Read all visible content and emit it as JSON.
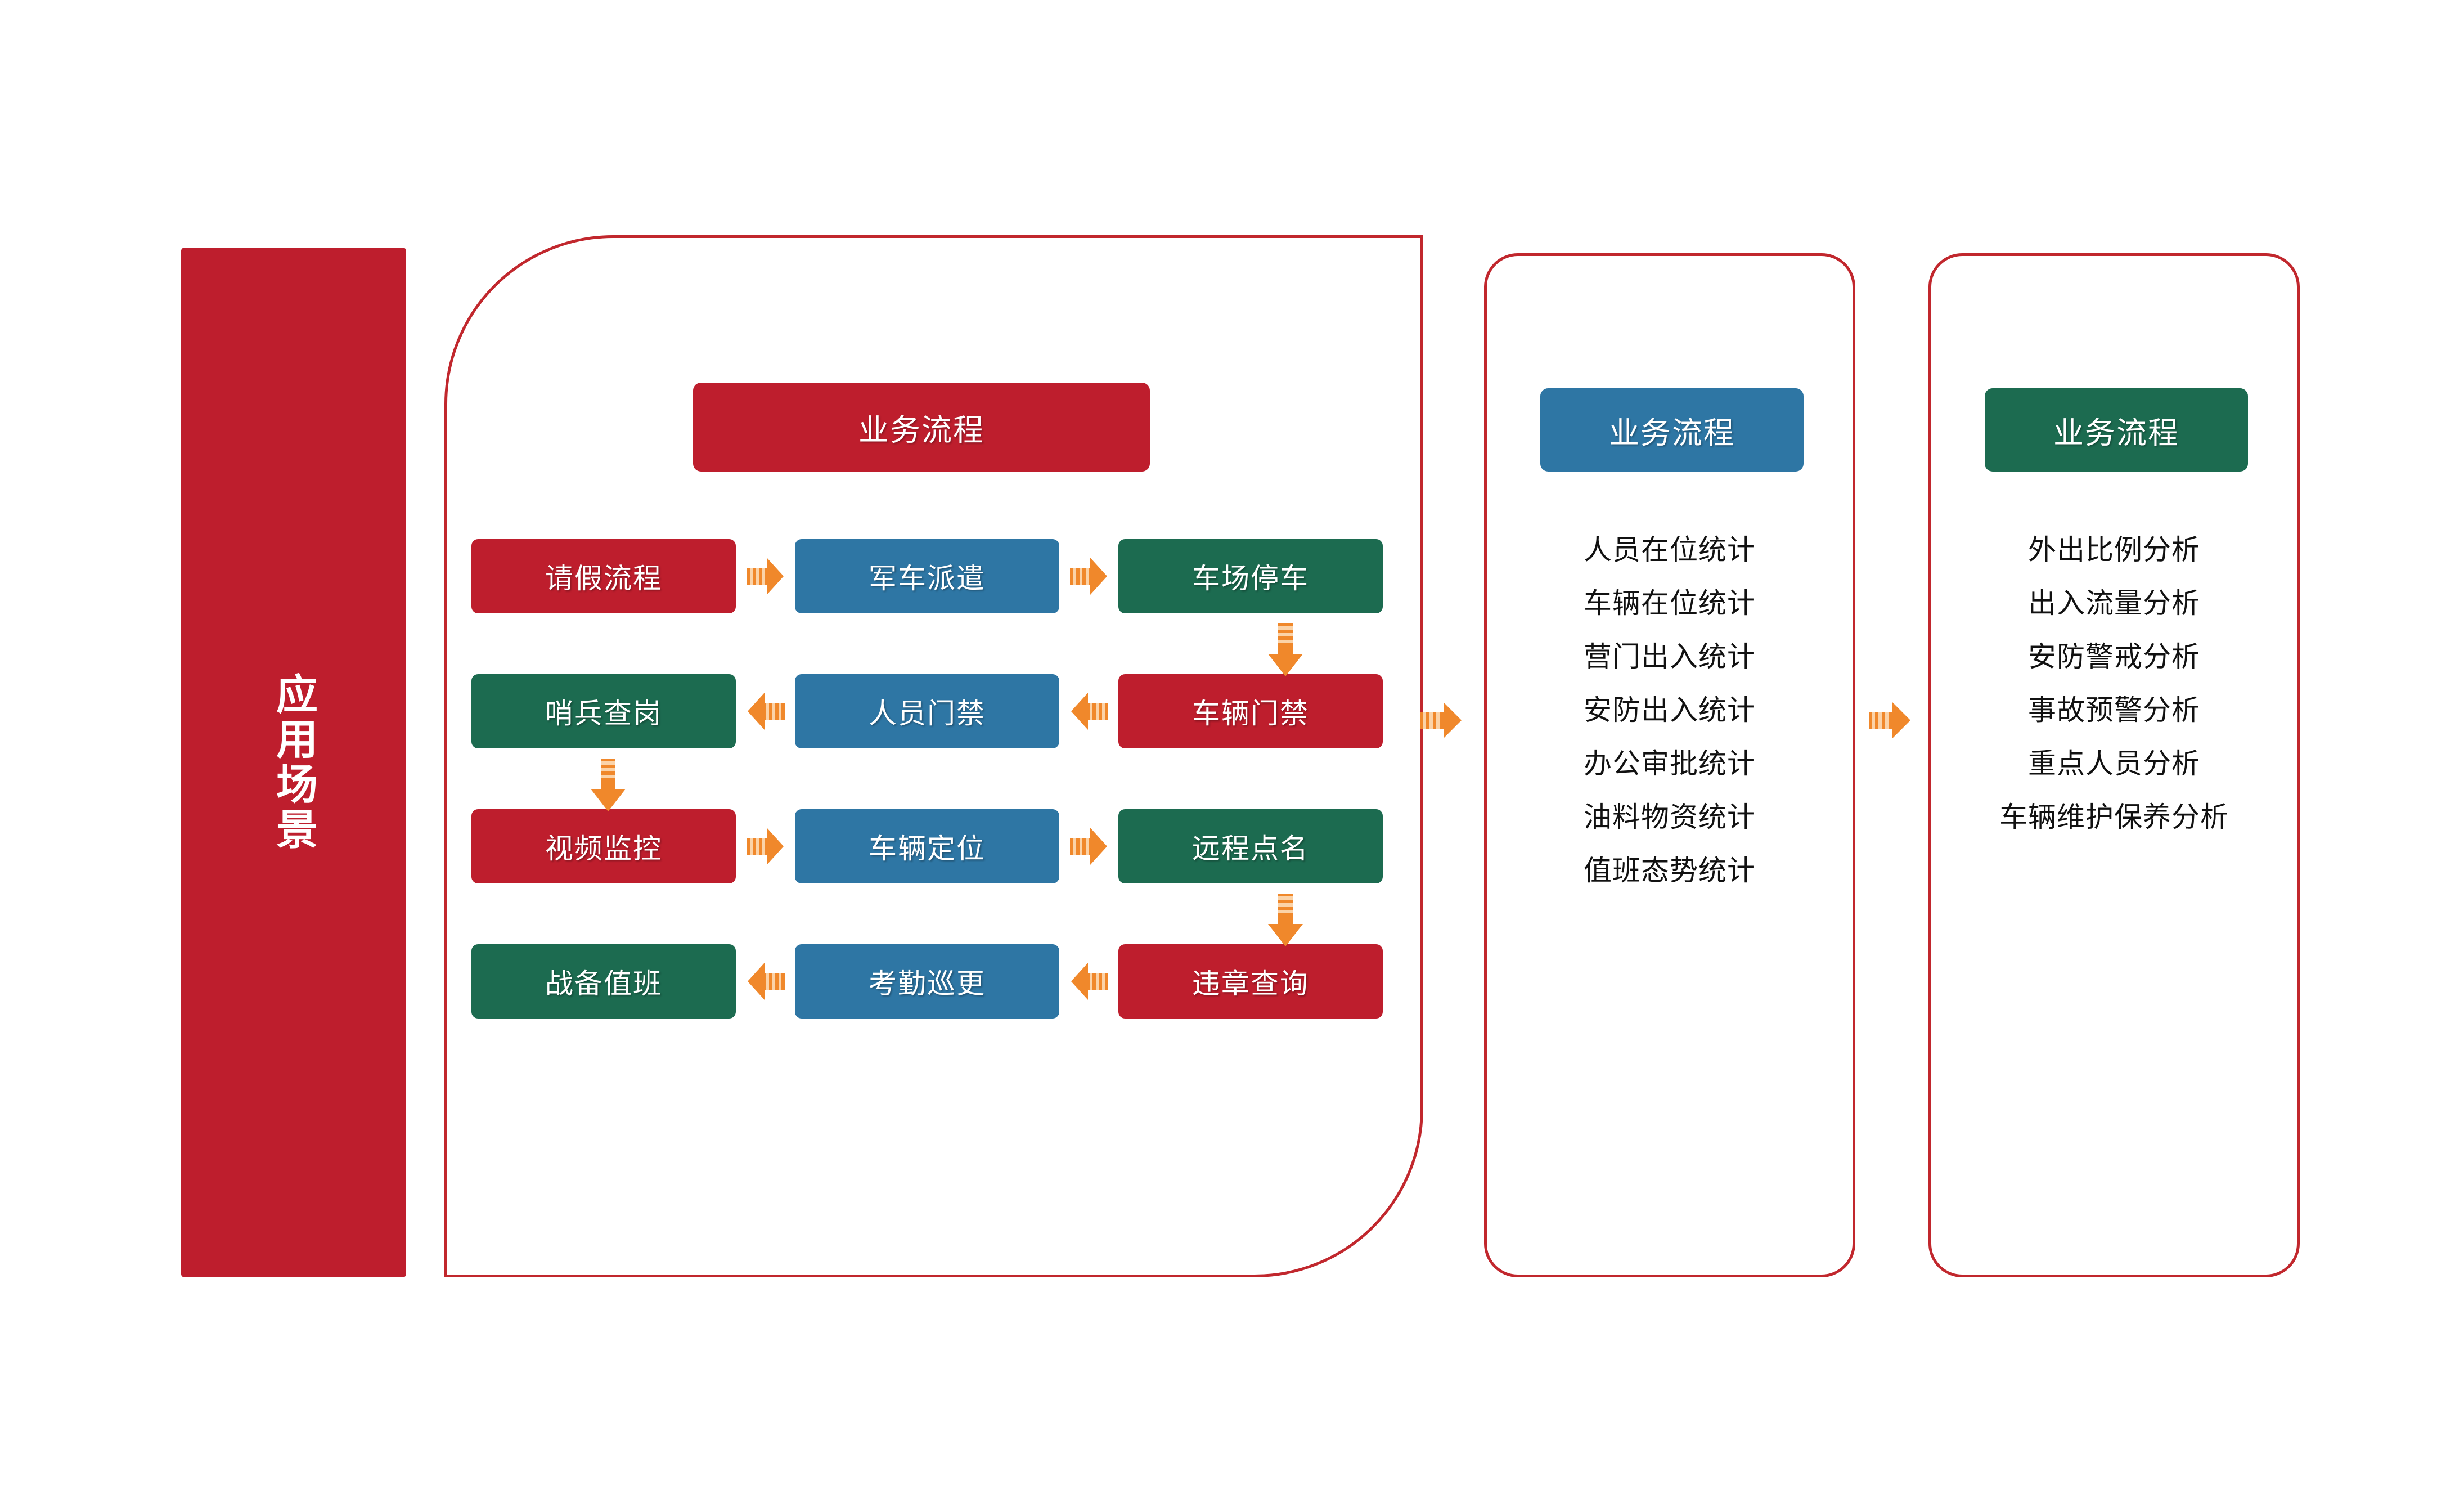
{
  "colors": {
    "red": "#BE1E2D",
    "blue": "#2E76A4",
    "green": "#1C6B50",
    "outline": "#C1272D",
    "arrow": "#F0882B",
    "text_dark": "#111111",
    "background": "#FFFFFF"
  },
  "side_banner": {
    "label": "应用场景"
  },
  "main_panel": {
    "header": "业务流程",
    "rows": [
      {
        "direction": "left-to-right",
        "boxes": [
          {
            "label": "请假流程",
            "color": "red"
          },
          {
            "label": "军车派遣",
            "color": "blue"
          },
          {
            "label": "车场停车",
            "color": "green"
          }
        ]
      },
      {
        "direction": "right-to-left",
        "boxes": [
          {
            "label": "哨兵查岗",
            "color": "green"
          },
          {
            "label": "人员门禁",
            "color": "blue"
          },
          {
            "label": "车辆门禁",
            "color": "red"
          }
        ]
      },
      {
        "direction": "left-to-right",
        "boxes": [
          {
            "label": "视频监控",
            "color": "red"
          },
          {
            "label": "车辆定位",
            "color": "blue"
          },
          {
            "label": "远程点名",
            "color": "green"
          }
        ]
      },
      {
        "direction": "right-to-left",
        "boxes": [
          {
            "label": "战备值班",
            "color": "green"
          },
          {
            "label": "考勤巡更",
            "color": "blue"
          },
          {
            "label": "违章查询",
            "color": "red"
          }
        ]
      }
    ]
  },
  "mid_panel": {
    "header": "业务流程",
    "items": [
      "人员在位统计",
      "车辆在位统计",
      "营门出入统计",
      "安防出入统计",
      "办公审批统计",
      "油料物资统计",
      "值班态势统计"
    ]
  },
  "right_panel": {
    "header": "业务流程",
    "items": [
      "外出比例分析",
      "出入流量分析",
      "安防警戒分析",
      "事故预警分析",
      "重点人员分析",
      "车辆维护保养分析"
    ]
  },
  "icons": {
    "arrow_right": "arrow-right-icon",
    "arrow_left": "arrow-left-icon",
    "arrow_down": "arrow-down-icon"
  }
}
